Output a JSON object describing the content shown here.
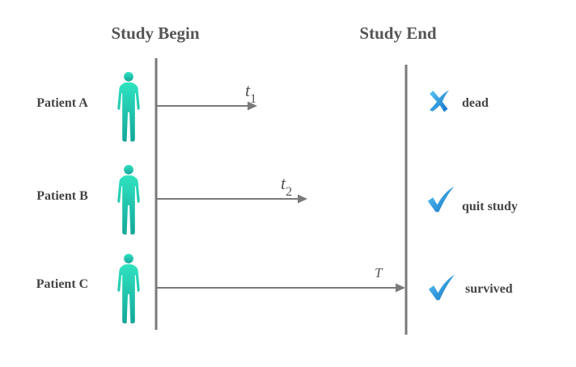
{
  "headers": {
    "begin": "Study Begin",
    "end": "Study End"
  },
  "patients": [
    {
      "name": "Patient A",
      "time_symbol": "t",
      "time_sub": "1",
      "status": "dead",
      "outcome_icon": "cross-icon"
    },
    {
      "name": "Patient B",
      "time_symbol": "t",
      "time_sub": "2",
      "status": "quit study",
      "outcome_icon": "check-icon"
    },
    {
      "name": "Patient C",
      "time_symbol": "T",
      "time_sub": "",
      "status": "survived",
      "outcome_icon": "check-icon"
    }
  ],
  "colors": {
    "line": "#7a7a7a",
    "person_top": "#2fe3c0",
    "person_bottom": "#14a79a",
    "mark": "#1a8fd8"
  }
}
